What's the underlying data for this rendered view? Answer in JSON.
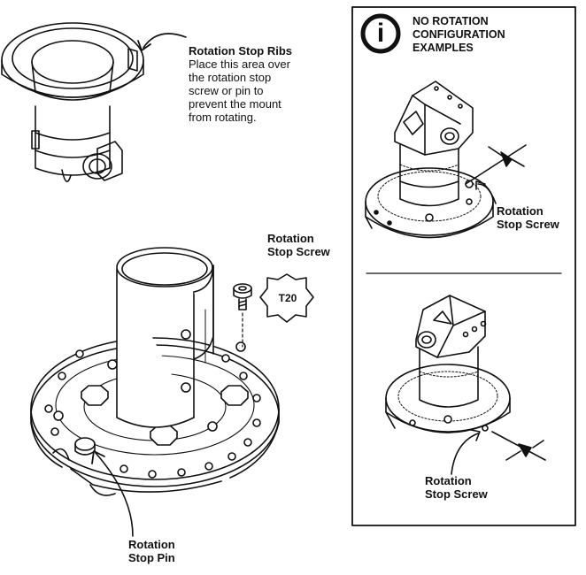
{
  "stop_ribs": {
    "title": "Rotation Stop Ribs",
    "lines": [
      "Place this area over",
      "the rotation stop",
      "screw or pin to",
      "prevent the mount",
      "from rotating."
    ]
  },
  "stop_screw_label": [
    "Rotation",
    "Stop Screw"
  ],
  "torx_label": "T20",
  "stop_pin_label": [
    "Rotation",
    "Stop Pin"
  ],
  "info_panel": {
    "title_lines": [
      "NO ROTATION",
      "CONFIGURATION",
      "EXAMPLES"
    ],
    "icon_glyph": "i",
    "example_1_label": [
      "Rotation",
      "Stop Screw"
    ],
    "example_2_label": [
      "Rotation",
      "Stop Screw"
    ]
  }
}
